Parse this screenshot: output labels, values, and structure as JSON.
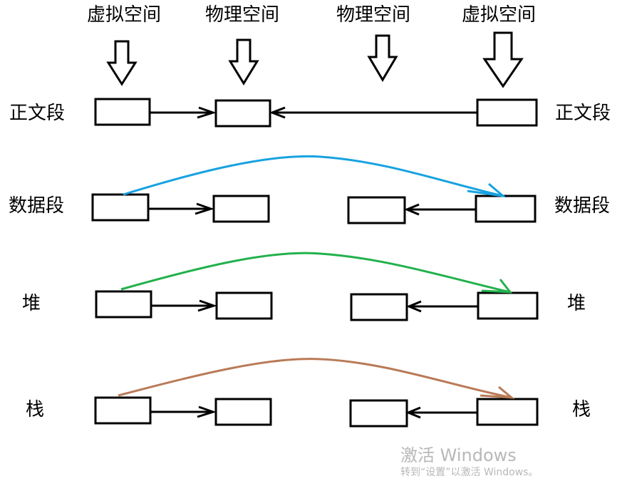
{
  "headers": [
    "虚拟空间",
    "物理空间",
    "物理空间",
    "虚拟空间"
  ],
  "rows": [
    {
      "label": "正文段",
      "curve_color": null,
      "physical_shared": true
    },
    {
      "label": "数据段",
      "curve_color": "#17a2e0",
      "physical_shared": false
    },
    {
      "label": "堆",
      "curve_color": "#22b14c",
      "physical_shared": false
    },
    {
      "label": "栈",
      "curve_color": "#b97a57",
      "physical_shared": false
    }
  ],
  "watermark": {
    "title": "激活 Windows",
    "subtitle": "转到“设置”以激活 Windows。"
  }
}
